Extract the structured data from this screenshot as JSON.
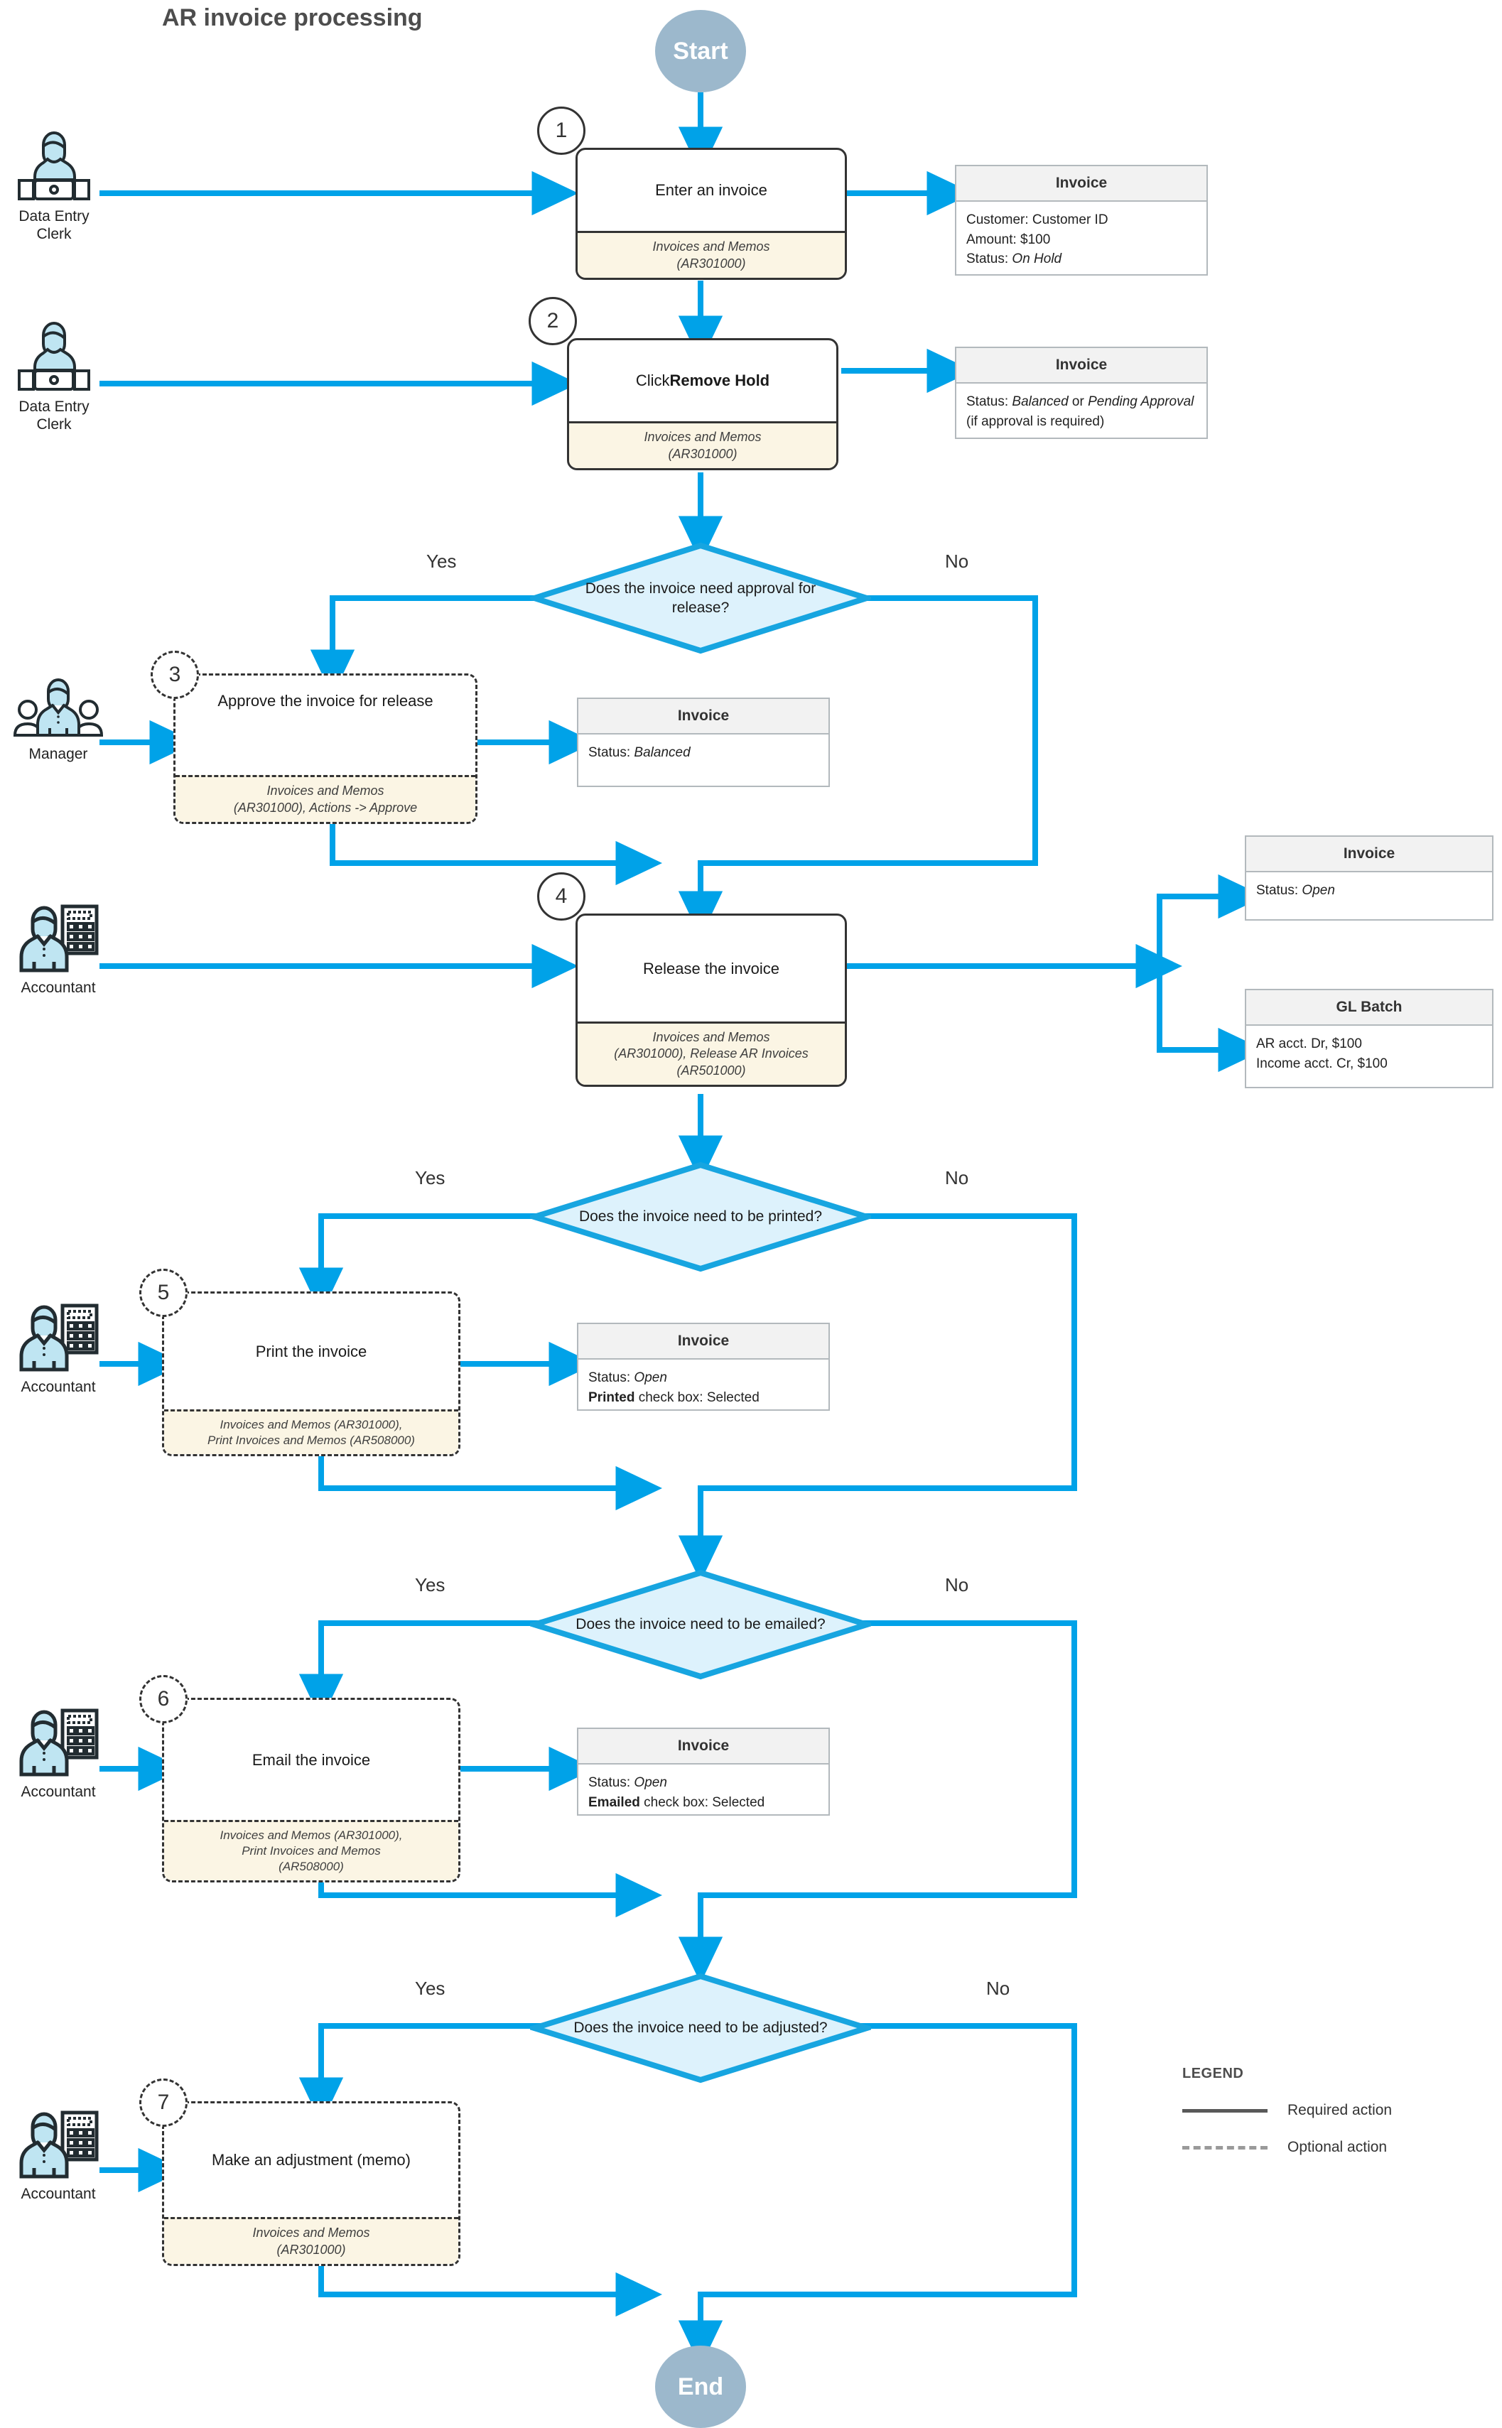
{
  "title": "AR invoice processing",
  "terminators": {
    "start": "Start",
    "end": "End"
  },
  "colors": {
    "flow_arrow": "#00a2e8",
    "decision_fill": "#ddf2fc",
    "decision_stroke": "#17a5e0",
    "terminator_fill": "#9cb8cc",
    "screen_note_fill": "#fbf5e4",
    "card_header_fill": "#f2f2f2",
    "actor_accent": "#bfe5f2",
    "outline": "#333333"
  },
  "actors": [
    {
      "id": "clerk1",
      "name": "Data Entry\nClerk",
      "icon": "person-at-laptop-icon"
    },
    {
      "id": "clerk2",
      "name": "Data Entry\nClerk",
      "icon": "person-at-laptop-icon"
    },
    {
      "id": "manager",
      "name": "Manager",
      "icon": "people-group-icon"
    },
    {
      "id": "acct4",
      "name": "Accountant",
      "icon": "person-with-calculator-icon"
    },
    {
      "id": "acct5",
      "name": "Accountant",
      "icon": "person-with-calculator-icon"
    },
    {
      "id": "acct6",
      "name": "Accountant",
      "icon": "person-with-calculator-icon"
    },
    {
      "id": "acct7",
      "name": "Accountant",
      "icon": "person-with-calculator-icon"
    }
  ],
  "steps": [
    {
      "number": "1",
      "label": "Enter an invoice",
      "label_bold": "",
      "screen": "Invoices and Memos\n(AR301000)",
      "kind": "required"
    },
    {
      "number": "2",
      "label_prefix": "Click ",
      "label_bold": "Remove Hold",
      "screen": "Invoices and Memos\n(AR301000)",
      "kind": "required"
    },
    {
      "number": "3",
      "label": "Approve the invoice for release",
      "screen": "Invoices and Memos\n(AR301000), Actions -> Approve",
      "kind": "optional"
    },
    {
      "number": "4",
      "label": "Release the invoice",
      "screen": "Invoices and Memos\n(AR301000), Release AR Invoices\n(AR501000)",
      "kind": "required"
    },
    {
      "number": "5",
      "label": "Print the invoice",
      "screen": "Invoices and Memos (AR301000),\nPrint Invoices and Memos (AR508000)",
      "kind": "optional"
    },
    {
      "number": "6",
      "label": "Email the invoice",
      "screen": "Invoices and Memos (AR301000),\nPrint Invoices and Memos\n(AR508000)",
      "kind": "optional"
    },
    {
      "number": "7",
      "label": "Make an adjustment (memo)",
      "screen": "Invoices and Memos\n(AR301000)",
      "kind": "optional"
    }
  ],
  "decisions": [
    {
      "id": "d1",
      "text": "Does the invoice need approval for release?",
      "yes": "Yes",
      "no": "No"
    },
    {
      "id": "d2",
      "text": "Does the invoice need to be printed?",
      "yes": "Yes",
      "no": "No"
    },
    {
      "id": "d3",
      "text": "Does the invoice need to be emailed?",
      "yes": "Yes",
      "no": "No"
    },
    {
      "id": "d4",
      "text": "Does the invoice need to be adjusted?",
      "yes": "Yes",
      "no": "No"
    }
  ],
  "cards": [
    {
      "id": "c1",
      "header": "Invoice",
      "lines": [
        {
          "label": "Customer: ",
          "value": "Customer ID",
          "value_italic": false
        },
        {
          "label": "Amount: ",
          "value": "$100",
          "value_italic": false
        },
        {
          "label": "Status: ",
          "value": "On Hold",
          "value_italic": true
        }
      ]
    },
    {
      "id": "c2",
      "header": "Invoice",
      "rich": "Status: Balanced or Pending Approval (if approval is required)"
    },
    {
      "id": "c3",
      "header": "Invoice",
      "lines": [
        {
          "label": "Status: ",
          "value": "Balanced",
          "value_italic": true
        }
      ]
    },
    {
      "id": "c4",
      "header": "Invoice",
      "lines": [
        {
          "label": "Status: ",
          "value": "Open",
          "value_italic": true
        }
      ]
    },
    {
      "id": "c5",
      "header": "GL Batch",
      "lines": [
        {
          "label": "AR acct. Dr, $100",
          "value": "",
          "value_italic": false
        },
        {
          "label": "Income acct. Cr, $100",
          "value": "",
          "value_italic": false
        }
      ]
    },
    {
      "id": "c6",
      "header": "Invoice",
      "rich": "Status: Open / Printed check box: Selected"
    },
    {
      "id": "c7",
      "header": "Invoice",
      "rich": "Status: Open / Emailed check box: Selected"
    }
  ],
  "legend": {
    "title": "LEGEND",
    "items": [
      {
        "style": "solid",
        "label": "Required action"
      },
      {
        "style": "dashed",
        "label": "Optional action"
      }
    ]
  }
}
